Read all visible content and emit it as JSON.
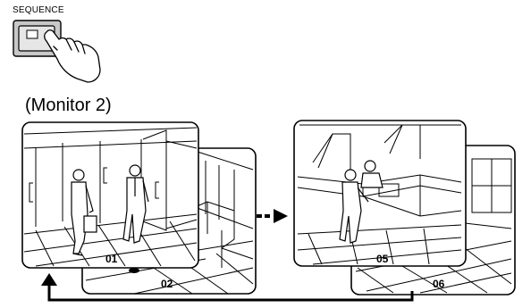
{
  "button": {
    "label": "SEQUENCE",
    "icon": "hand-pointer-icon"
  },
  "monitor": {
    "label": "(Monitor 2)"
  },
  "frames": [
    {
      "id": "01",
      "scene": "hallway with doors"
    },
    {
      "id": "02",
      "scene": "room with counter"
    },
    {
      "id": "05",
      "scene": "reception desk"
    },
    {
      "id": "06",
      "scene": "room with window"
    }
  ],
  "arrows": {
    "forward": "dashed-right-arrow-icon",
    "return": "loop-back-arrow-icon"
  }
}
